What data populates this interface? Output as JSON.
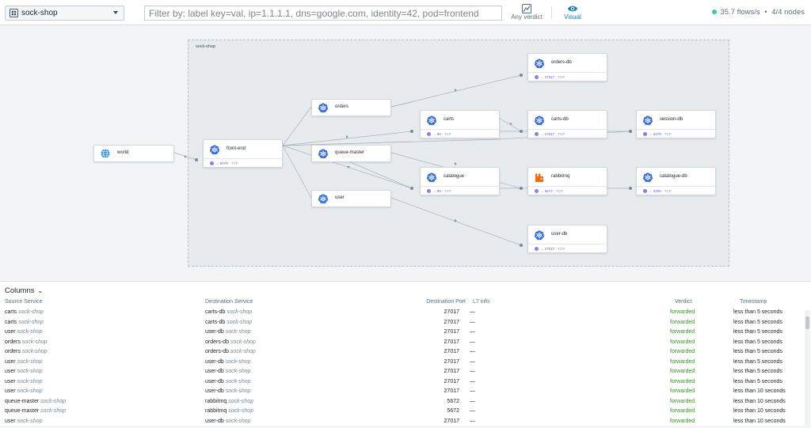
{
  "topbar": {
    "namespace": "sock-shop",
    "namespace_icon": "namespace-icon",
    "filter_placeholder": "Filter by: label key=val, ip=1.1.1.1, dns=google.com, identity=42, pod=frontend",
    "verdict_label": "Any verdict",
    "verdict_icon": "verdict-icon",
    "visual_label": "Visual",
    "visual_icon": "eye-icon",
    "flows_rate": "35.7 flows/s",
    "separator": "•",
    "nodes": "4/4 nodes",
    "status_color": "#3dcc91",
    "accent_color": "#137cbd"
  },
  "map": {
    "namespace_box_label": "sock-shop",
    "services": [
      {
        "id": "world",
        "title": "world",
        "icon": "world-icon"
      },
      {
        "id": "front-end",
        "title": "front-end",
        "icon": "kubernetes-icon",
        "port": "8079",
        "proto": "TCP"
      },
      {
        "id": "orders",
        "title": "orders",
        "icon": "kubernetes-icon"
      },
      {
        "id": "queue-master",
        "title": "queue-master",
        "icon": "kubernetes-icon"
      },
      {
        "id": "user",
        "title": "user",
        "icon": "kubernetes-icon"
      },
      {
        "id": "carts",
        "title": "carts",
        "icon": "kubernetes-icon",
        "port": "80",
        "proto": "TCP"
      },
      {
        "id": "catalogue",
        "title": "catalogue",
        "icon": "kubernetes-icon",
        "port": "80",
        "proto": "TCP"
      },
      {
        "id": "orders-db",
        "title": "orders-db",
        "icon": "kubernetes-icon",
        "port": "27017",
        "proto": "TCP"
      },
      {
        "id": "carts-db",
        "title": "carts-db",
        "icon": "kubernetes-icon",
        "port": "27017",
        "proto": "TCP"
      },
      {
        "id": "rabbitmq",
        "title": "rabbitmq",
        "icon": "rabbitmq-icon",
        "port": "5672",
        "proto": "TCP"
      },
      {
        "id": "user-db",
        "title": "user-db",
        "icon": "kubernetes-icon",
        "port": "27017",
        "proto": "TCP"
      },
      {
        "id": "session-db",
        "title": "session-db",
        "icon": "kubernetes-icon",
        "port": "6379",
        "proto": "TCP"
      },
      {
        "id": "catalogue-db",
        "title": "catalogue-db",
        "icon": "kubernetes-icon",
        "port": "3306",
        "proto": "TCP"
      }
    ]
  },
  "flows": {
    "columns_label": "Columns",
    "headers": {
      "source": "Source Service",
      "destination": "Destination Service",
      "port": "Destination Port",
      "l7": "L7 info",
      "verdict": "Verdict",
      "timestamp": "Timestamp"
    },
    "verdict_color": "#3e8f2f",
    "rows": [
      {
        "src": "carts",
        "src_ns": "sock-shop",
        "dst": "carts-db",
        "dst_ns": "sock-shop",
        "port": "27017",
        "l7": "—",
        "verdict": "forwarded",
        "time": "less than 5 seconds"
      },
      {
        "src": "carts",
        "src_ns": "sock-shop",
        "dst": "carts-db",
        "dst_ns": "sock-shop",
        "port": "27017",
        "l7": "—",
        "verdict": "forwarded",
        "time": "less than 5 seconds"
      },
      {
        "src": "user",
        "src_ns": "sock-shop",
        "dst": "user-db",
        "dst_ns": "sock-shop",
        "port": "27017",
        "l7": "—",
        "verdict": "forwarded",
        "time": "less than 5 seconds"
      },
      {
        "src": "orders",
        "src_ns": "sock-shop",
        "dst": "orders-db",
        "dst_ns": "sock-shop",
        "port": "27017",
        "l7": "—",
        "verdict": "forwarded",
        "time": "less than 5 seconds"
      },
      {
        "src": "orders",
        "src_ns": "sock-shop",
        "dst": "orders-db",
        "dst_ns": "sock-shop",
        "port": "27017",
        "l7": "—",
        "verdict": "forwarded",
        "time": "less than 5 seconds"
      },
      {
        "src": "user",
        "src_ns": "sock-shop",
        "dst": "user-db",
        "dst_ns": "sock-shop",
        "port": "27017",
        "l7": "—",
        "verdict": "forwarded",
        "time": "less than 5 seconds"
      },
      {
        "src": "user",
        "src_ns": "sock-shop",
        "dst": "user-db",
        "dst_ns": "sock-shop",
        "port": "27017",
        "l7": "—",
        "verdict": "forwarded",
        "time": "less than 5 seconds"
      },
      {
        "src": "user",
        "src_ns": "sock-shop",
        "dst": "user-db",
        "dst_ns": "sock-shop",
        "port": "27017",
        "l7": "—",
        "verdict": "forwarded",
        "time": "less than 5 seconds"
      },
      {
        "src": "user",
        "src_ns": "sock-shop",
        "dst": "user-db",
        "dst_ns": "sock-shop",
        "port": "27017",
        "l7": "—",
        "verdict": "forwarded",
        "time": "less than 10 seconds"
      },
      {
        "src": "queue-master",
        "src_ns": "sock-shop",
        "dst": "rabbitmq",
        "dst_ns": "sock-shop",
        "port": "5672",
        "l7": "—",
        "verdict": "forwarded",
        "time": "less than 10 seconds"
      },
      {
        "src": "queue-master",
        "src_ns": "sock-shop",
        "dst": "rabbitmq",
        "dst_ns": "sock-shop",
        "port": "5672",
        "l7": "—",
        "verdict": "forwarded",
        "time": "less than 10 seconds"
      },
      {
        "src": "user",
        "src_ns": "sock-shop",
        "dst": "user-db",
        "dst_ns": "sock-shop",
        "port": "27017",
        "l7": "—",
        "verdict": "forwarded",
        "time": "less than 10 seconds"
      }
    ]
  }
}
